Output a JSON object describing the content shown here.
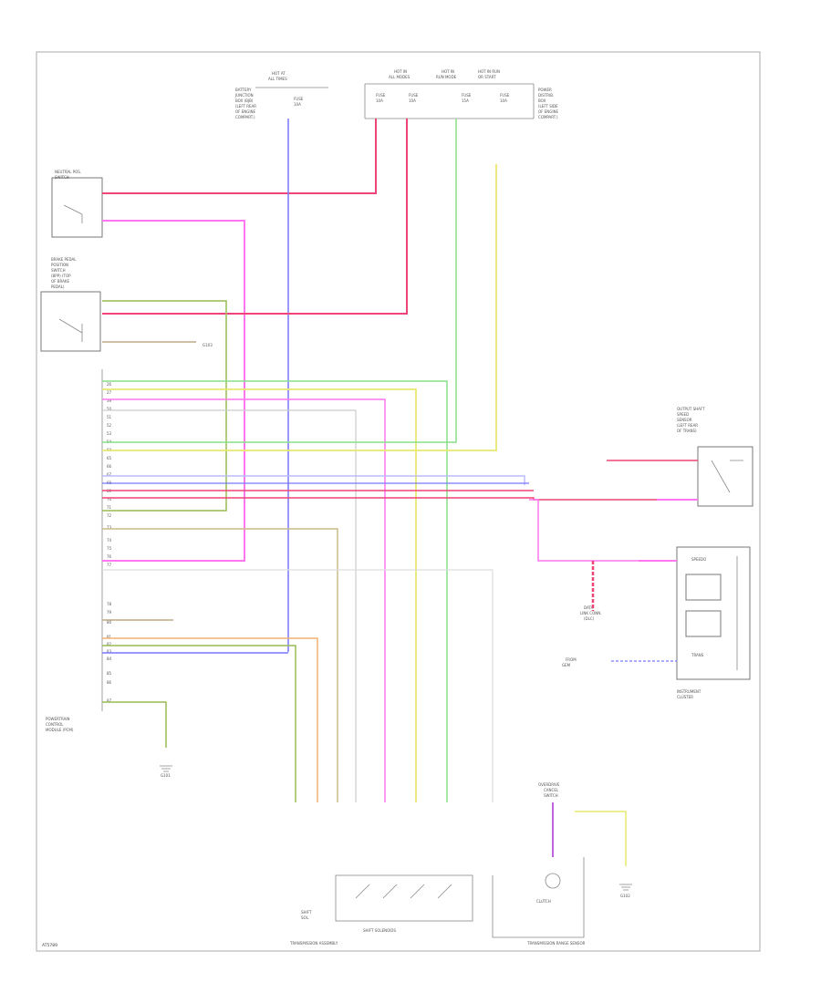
{
  "colors": {
    "red": "#ee4477",
    "pink": "#ff77ee",
    "blue": "#7777ff",
    "green": "#88dd88",
    "yellow": "#e8e870",
    "brown": "#bbaa88",
    "tan": "#ccbb88",
    "orange": "#f0b070",
    "lavender": "#bbbbff",
    "violet": "#bb66dd",
    "grey": "#cccccc",
    "olive": "#99bb55"
  },
  "labels": {
    "gnd1": "G101",
    "gnd2": "G102",
    "gnd3": "G103",
    "corner": "AT5789"
  }
}
